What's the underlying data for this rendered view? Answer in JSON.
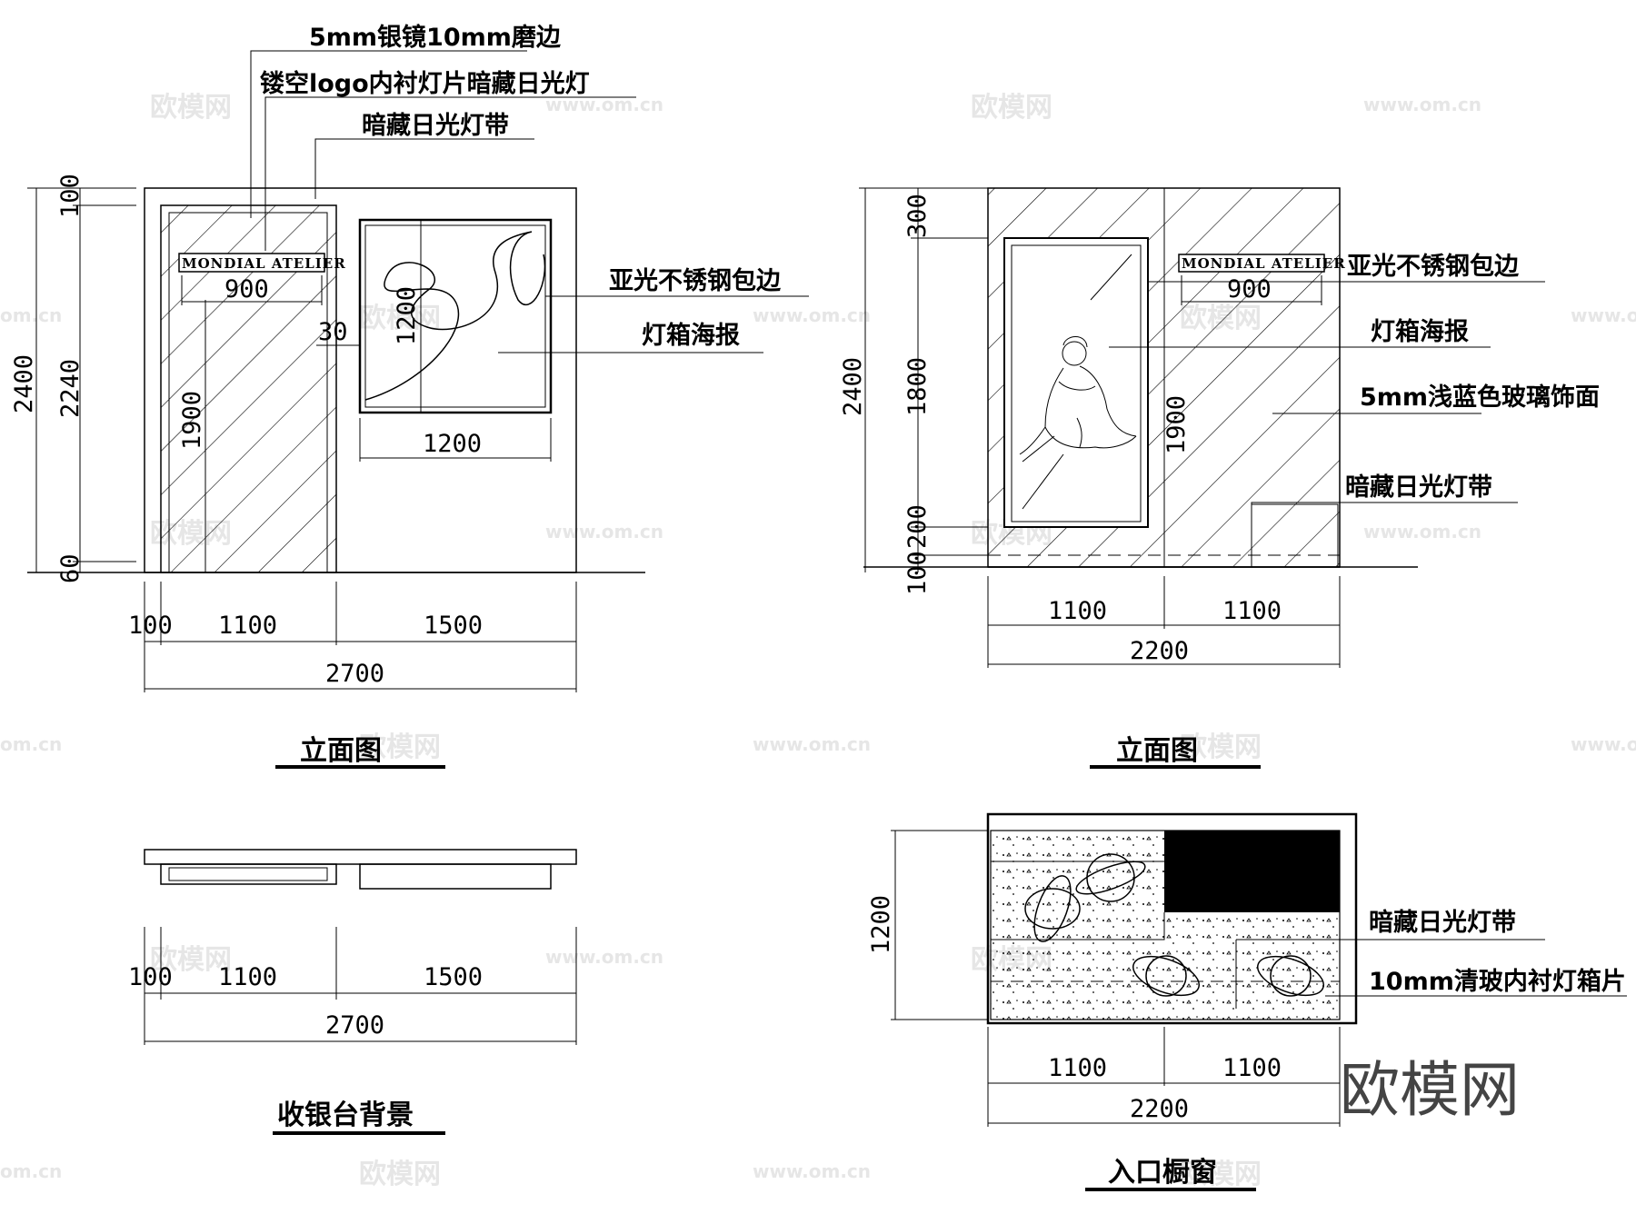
{
  "watermarks": {
    "cn": "欧模网",
    "url": "www.om.cn",
    "url_partial": "om.cn"
  },
  "brand_mark": "欧模网",
  "drawing1": {
    "title": "立面图",
    "logo_text": "MONDIAL ATELIER",
    "notes": [
      "5mm银镜10mm磨边",
      "镂空logo内衬灯片暗藏日光灯",
      "暗藏日光灯带",
      "亚光不锈钢包边",
      "灯箱海报"
    ],
    "dims": {
      "overall_height": "2400",
      "inner_height": "2240",
      "top_gap": "100",
      "bottom_gap": "60",
      "door_height": "1900",
      "logo_width": "900",
      "poster_height": "1200",
      "poster_width": "1200",
      "offset": "30",
      "seg_left": "100",
      "seg_mid": "1100",
      "seg_right": "1500",
      "total_width": "2700"
    }
  },
  "drawing2": {
    "title": "立面图",
    "logo_text": "MONDIAL ATELIER",
    "notes": [
      "亚光不锈钢包边",
      "灯箱海报",
      "5mm浅蓝色玻璃饰面",
      "暗藏日光灯带"
    ],
    "dims": {
      "overall_height": "2400",
      "top": "300",
      "mid": "1800",
      "lower": "200",
      "bottom": "100",
      "door_height": "1900",
      "logo_width": "900",
      "seg_left": "1100",
      "seg_right": "1100",
      "total_width": "2200"
    }
  },
  "drawing3": {
    "title": "收银台背景",
    "dims": {
      "seg_left": "100",
      "seg_mid": "1100",
      "seg_right": "1500",
      "total_width": "2700"
    }
  },
  "drawing4": {
    "title": "入口橱窗",
    "notes": [
      "暗藏日光灯带",
      "10mm清玻内衬灯箱片"
    ],
    "dims": {
      "height": "1200",
      "seg_left": "1100",
      "seg_right": "1100",
      "total_width": "2200"
    }
  }
}
